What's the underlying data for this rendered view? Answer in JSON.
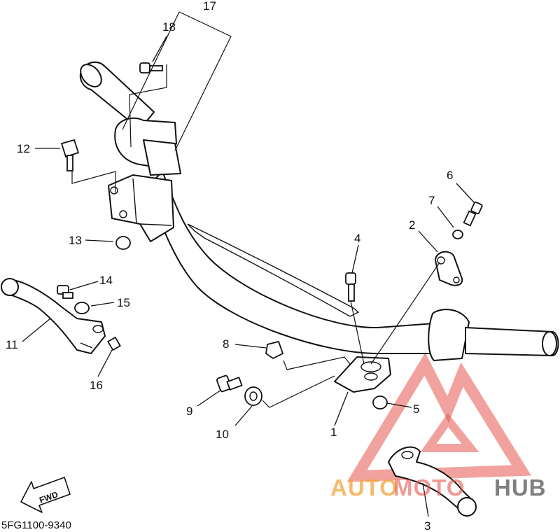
{
  "diagram": {
    "code": "5FG1100-9340",
    "fwd_label": "FWD",
    "callouts": [
      "1",
      "2",
      "3",
      "4",
      "5",
      "6",
      "7",
      "8",
      "9",
      "10",
      "11",
      "12",
      "13",
      "14",
      "15",
      "16",
      "17",
      "18"
    ]
  },
  "watermark": {
    "word_part_1": "AUTO",
    "word_part_2": "MOTO",
    "word_part_3": "HUB",
    "colors": {
      "orange": "#f2a33a",
      "red": "#e8564f",
      "gray": "#555555"
    }
  }
}
